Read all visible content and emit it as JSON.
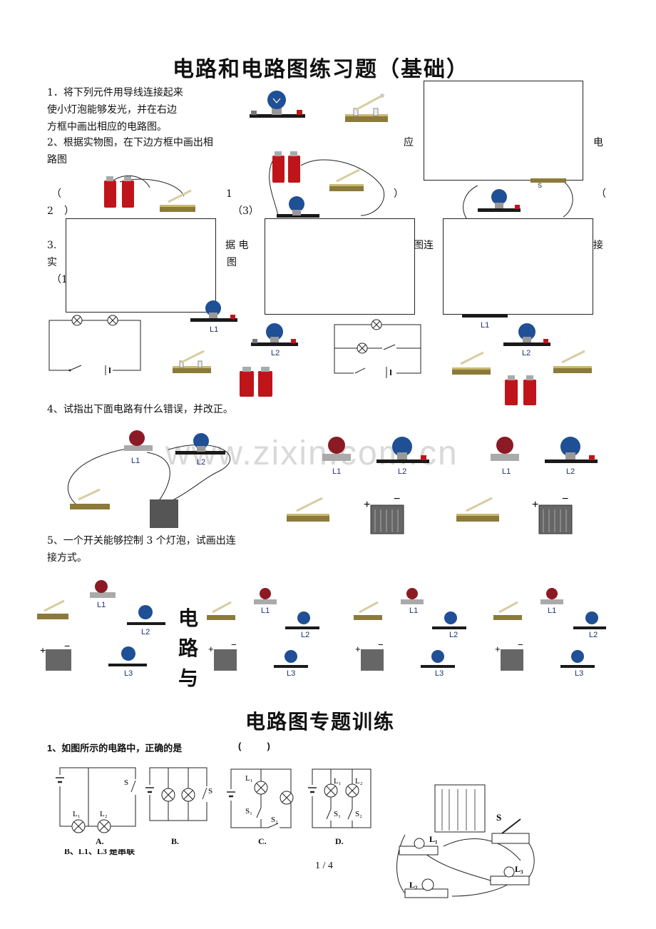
{
  "page_title": "电路和电路图练习题（基础）",
  "q1": {
    "line1": "1．将下列元件用导线连接起来",
    "line2": "使小灯泡能够发光，并在右边",
    "line3": "方框中画出相应的电路图。"
  },
  "q2": {
    "line1_left": "2、根据实物图，在下边方框中画出相",
    "line1_mid": "应",
    "line1_right": "电",
    "line2": "路图",
    "n_open1": "（",
    "n1": "1",
    "n_close1": "）",
    "n_open2": "（",
    "n2": "2",
    "n_close2": "）",
    "n3": "（3）"
  },
  "q3": {
    "c1": "3.",
    "c2": "据 电",
    "c3": "图连",
    "c4": "接",
    "c5": "实",
    "c6": "图",
    "c7": "（1"
  },
  "q4": {
    "text": "4、试指出下面电路有什么错误，并改正。"
  },
  "q5": {
    "line1": "5、一个开关能够控制 3 个灯泡，试画出连",
    "line2": "接方式。"
  },
  "labels": {
    "L1": "L1",
    "L2": "L2",
    "L3": "L3",
    "S": "S"
  },
  "vertical_text": [
    "电",
    "路",
    "与"
  ],
  "watermark": "www.zixin.com.cn",
  "section2": {
    "title": "电路图专题训练",
    "q1": "1、如图所示的电路中，正确的是",
    "q1_paren": "(          )",
    "opt_a": "A.",
    "opt_b": "B.",
    "opt_c": "C.",
    "opt_d": "D.",
    "partial": "B、L1、L3 是串联"
  },
  "page_number": "1 / 4",
  "colors": {
    "lamp_blue": "#1f4f94",
    "lamp_red": "#8b1a25",
    "battery_red": "#c0141b",
    "base": "#1a1a1a"
  }
}
